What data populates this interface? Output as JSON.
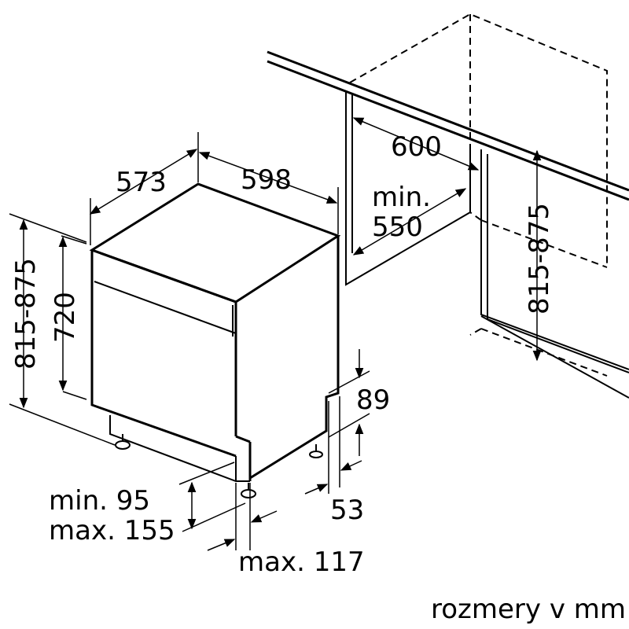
{
  "dimensions": {
    "depth": "573",
    "width": "598",
    "niche_width": "600",
    "min_depth_line1": "min.",
    "min_depth_line2": "550",
    "niche_height": "815-875",
    "total_height": "815-875",
    "body_height": "720",
    "plinth_height": "89",
    "plinth_offset": "53",
    "feet_min": "min. 95",
    "feet_max": "max. 155",
    "plinth_max": "max. 117"
  },
  "footer": {
    "units_note": "rozmery v mm"
  }
}
